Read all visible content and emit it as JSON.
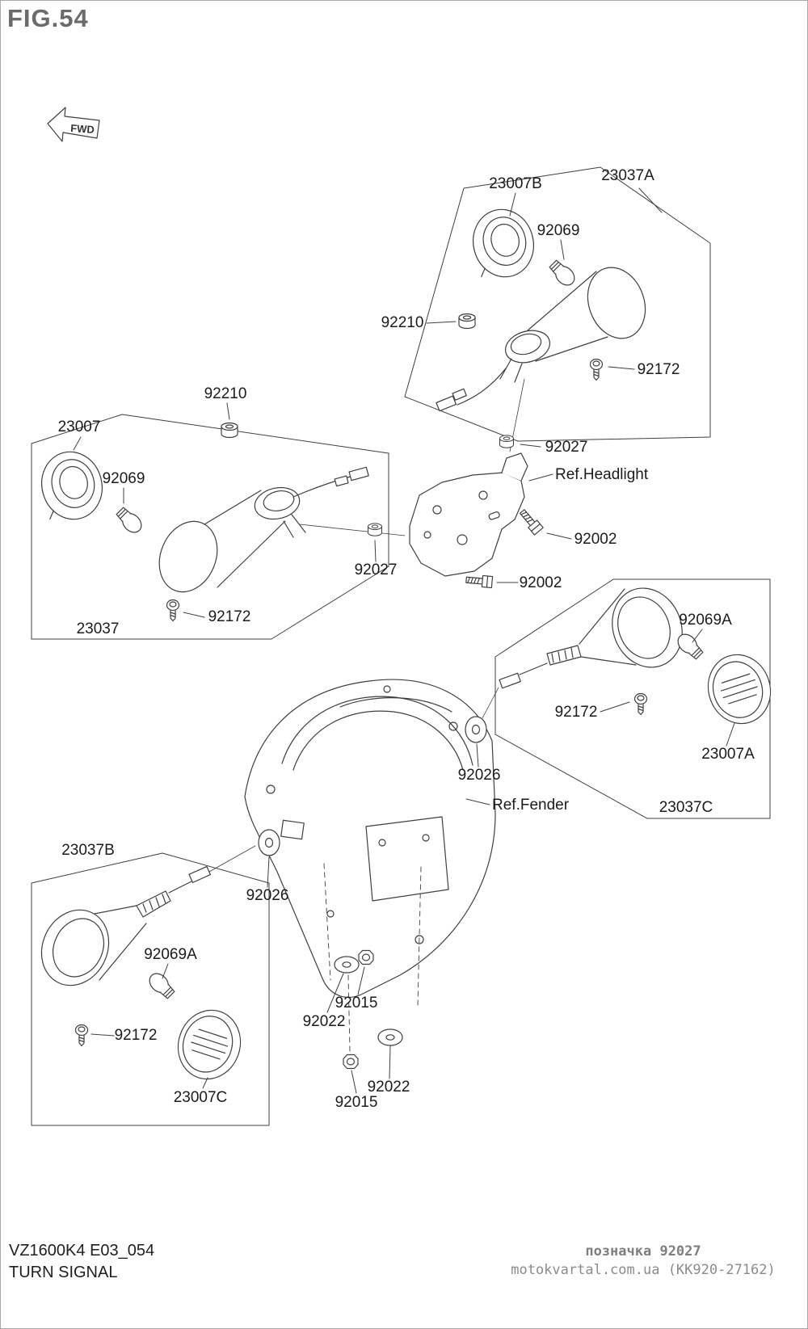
{
  "figure": {
    "title": "FIG.54",
    "fwd_marker": "FWD"
  },
  "part_labels": [
    "23007B",
    "23037A",
    "92069",
    "92210",
    "92172",
    "92027",
    "Ref.Headlight",
    "92002",
    "23007",
    "92210",
    "92069",
    "92027",
    "92002",
    "23037",
    "92172",
    "92069A",
    "92172",
    "23007A",
    "92026",
    "Ref.Fender",
    "23037C",
    "23037B",
    "92026",
    "92069A",
    "92172",
    "23007C",
    "92015",
    "92022",
    "92022",
    "92015"
  ],
  "footer": {
    "drawing_code": "VZ1600K4 E03_054",
    "drawing_title": "TURN SIGNAL"
  },
  "watermark": {
    "note": "позначка 92027",
    "site": "motokvartal.com.ua (KK920-27162)"
  }
}
